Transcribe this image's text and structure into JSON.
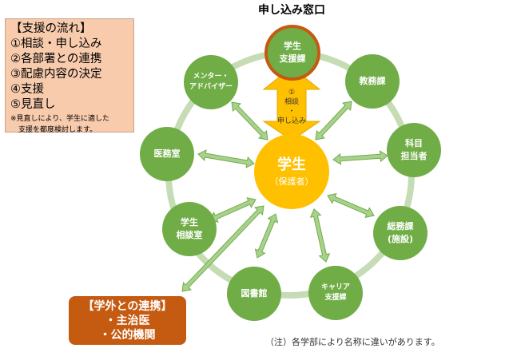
{
  "title": "申し込み窓口",
  "flow_box": {
    "lines": [
      "【支援の流れ】",
      "①相談・申し込み",
      "②各部署との連携",
      "③配慮内容の決定",
      "④支援",
      "⑤見直し"
    ],
    "note": [
      "※見直しにより、学生に適した",
      "支援を都度検討します。"
    ]
  },
  "center": {
    "line1": "学生",
    "line2": "（保護者）"
  },
  "intake_arrow": {
    "lines": [
      "①",
      "相談",
      "・",
      "申し込み"
    ]
  },
  "nodes": {
    "student_support": [
      "学生",
      "支援課"
    ],
    "academic_affairs": [
      "教務課"
    ],
    "subject_teacher": [
      "科目",
      "担当者"
    ],
    "general_affairs": [
      "総務課",
      "(施設)"
    ],
    "career": [
      "キャリア",
      "支援課"
    ],
    "library": [
      "図書館"
    ],
    "counseling": [
      "学生",
      "相談室"
    ],
    "medical": [
      "医務室"
    ],
    "mentor": [
      "メンター・",
      "アドバイザー"
    ]
  },
  "external_box": {
    "lines": [
      "【学外との連携】",
      "・主治医",
      "・公的機関"
    ]
  },
  "footnote": "（注）各学部により名称に違いがあります。",
  "colors": {
    "node": "#70ad47",
    "ring": "#c5dcb5",
    "center": "#ffc000",
    "accent_border": "#c55a11",
    "arrow": "#a9d18e",
    "flow_box": "#f8cbad"
  }
}
